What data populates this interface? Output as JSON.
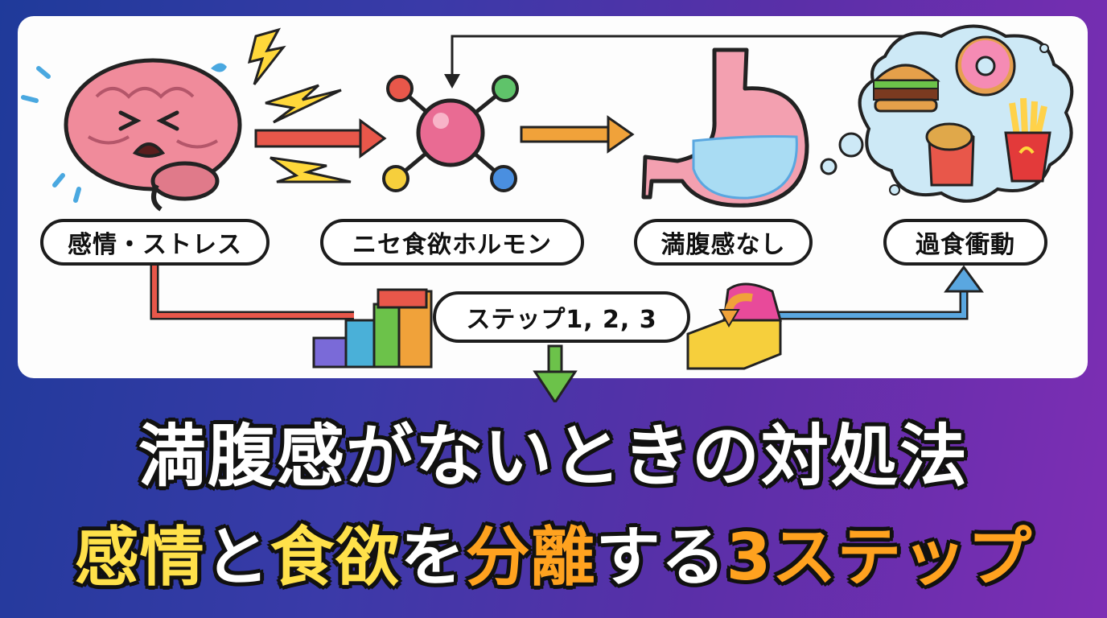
{
  "labels": {
    "emotion": "感情・ストレス",
    "hormone": "ニセ食欲ホルモン",
    "no_fullness": "満腹感なし",
    "overeating": "過食衝動",
    "steps": "ステップ1, 2, 3"
  },
  "title": {
    "line1": "満腹感がないときの対処法",
    "line2_part1": "感情",
    "line2_part2": "と",
    "line2_part3": "食欲",
    "line2_part4": "を",
    "line2_part5": "分離",
    "line2_part6": "する",
    "line2_part7": "3ステップ"
  },
  "colors": {
    "background_left": "#1f3a9a",
    "background_right": "#7e2eb4",
    "accent_yellow": "#ffe14a",
    "accent_orange": "#ffa21f",
    "arrow_red": "#e8574a",
    "arrow_orange": "#f0a23a",
    "arrow_blue": "#5aa7e0",
    "arrow_green": "#6cc24a"
  },
  "icons": [
    "brain-icon",
    "lightning-icon",
    "molecule-icon",
    "stomach-icon",
    "food-thought-cloud-icon",
    "stairs-blocks-icon",
    "turn-arrow-block-icon"
  ]
}
